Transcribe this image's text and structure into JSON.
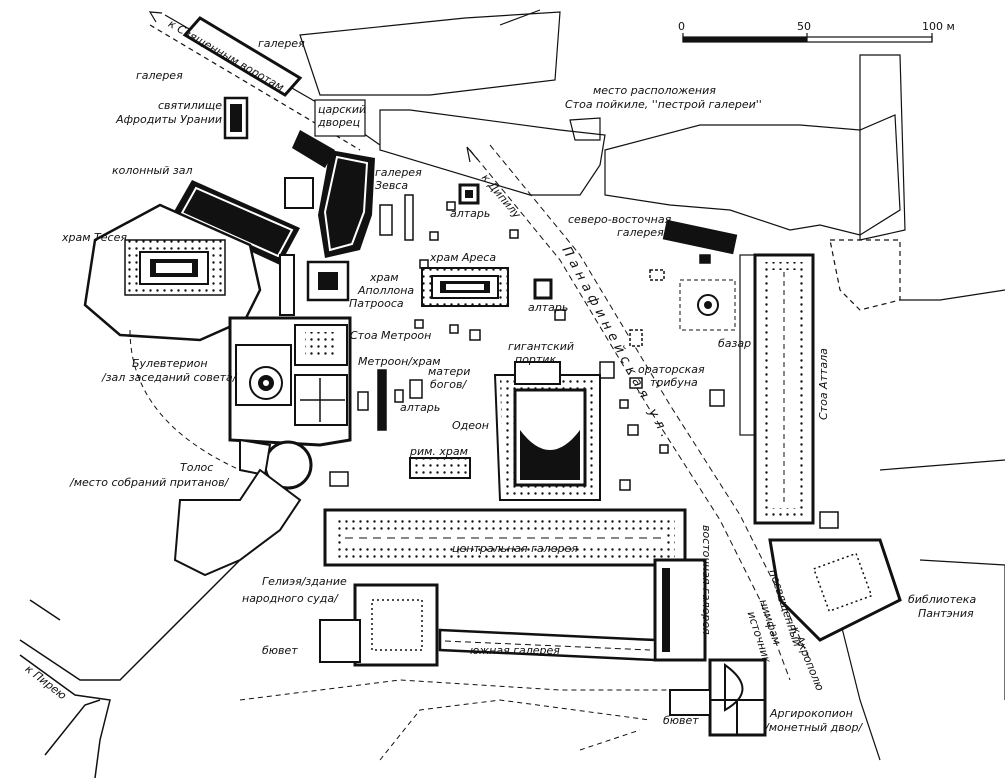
{
  "scale": {
    "zero": "0",
    "mid": "50",
    "end": "100 м"
  },
  "labels": {
    "gallery_top": "галерея",
    "gallery_left": "галерея",
    "sacred_gate": "к Священным воротам",
    "aphrodite_1": "святилище",
    "aphrodite_2": "Афродиты Урании",
    "royal_1": "царский",
    "royal_2": "дворец",
    "poikile_1": "место расположения",
    "poikile_2": "Стоа пойкиле, ''пестрой галереи''",
    "colonnade": "колонный зал",
    "zeus_1": "галерея",
    "zeus_2": "Зевса",
    "dipylon": "к Дипилу",
    "altar_top": "алтарь",
    "ne_gallery_1": "северо-восточная",
    "ne_gallery_2": "галерея",
    "theseus": "храм Тесея",
    "ares": "храм Ареса",
    "panathenaic": "Панафинейская ул.",
    "apollo_1": "храм",
    "apollo_2": "Аполлона",
    "apollo_3": "Патрооса",
    "altar_mid": "алтарь",
    "bazaar": "базар",
    "metroon_stoa": "Стоа Метроон",
    "bouleuterion_1": "Булевтерион",
    "bouleuterion_2": "/зал заседаний совета/",
    "metroon": "Метроон/храм",
    "mother_1": "матери",
    "mother_2": "богов/",
    "giant_1": "гигантский",
    "giant_2": "портик",
    "orator_1": "ораторская",
    "orator_2": "трибуна",
    "attalos": "Стоа Аттала",
    "altar_low": "алтарь",
    "odeon": "Одеон",
    "rom_temple": "рим. храм",
    "tholos_1": "Толос",
    "tholos_2": "/место собраний пританов/",
    "central_gallery": "центральная галерея",
    "east_gallery": "восточная галерея",
    "heliaia_1": "Гелиэя/здание",
    "heliaia_2": "народного суда/",
    "nymph_1": "посвященный",
    "nymph_2": "нимфам",
    "nymph_3": "источник",
    "acropolis": "к Акрополю",
    "library_1": "библиотека",
    "library_2": "Пантэния",
    "fountain_left": "бювет",
    "south_gallery": "южная галерея",
    "piraeus": "к Пирею",
    "fountain_bottom": "бювет",
    "argyro_1": "Аргирокопион",
    "argyro_2": "/монетный двор/"
  }
}
